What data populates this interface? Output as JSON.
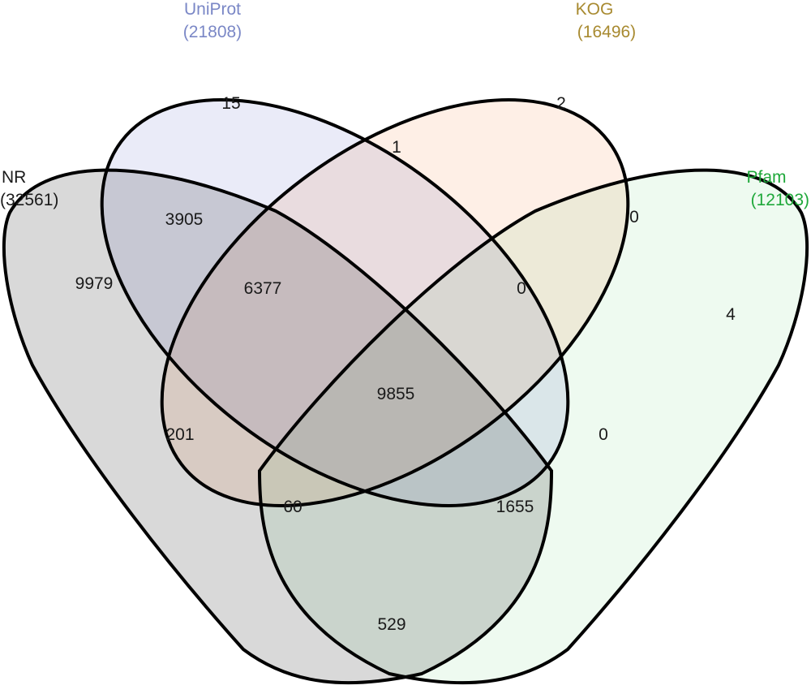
{
  "colors": {
    "nr": "#d9d9d9",
    "uniprot": "#d9daf3",
    "kog": "#fde2d2",
    "pfam": "#e0f6e4",
    "nr_label": "#1a1a1a",
    "uniprot_label": "#7a87c6",
    "kog_label": "#a88a30",
    "pfam_label": "#1fa83a",
    "outline": "#000000"
  },
  "sets": {
    "nr": {
      "name": "NR",
      "total": "(32561)"
    },
    "uniprot": {
      "name": "UniProt",
      "total": "(21808)"
    },
    "kog": {
      "name": "KOG",
      "total": "(16496)"
    },
    "pfam": {
      "name": "Pfam",
      "total": "(12103)"
    }
  },
  "regions": {
    "uniprot_only": "15",
    "uniprot_kog": "1",
    "kog_only": "2",
    "nr_uniprot": "3905",
    "kog_pfam": "0",
    "nr_only": "9979",
    "nr_uniprot_kog": "6377",
    "uniprot_kog_pfam": "0",
    "pfam_only": "4",
    "all_four": "9855",
    "nr_kog": "201",
    "uniprot_pfam": "0",
    "nr_kog_pfam": "60",
    "nr_uniprot_pfam": "1655",
    "nr_pfam": "529"
  }
}
